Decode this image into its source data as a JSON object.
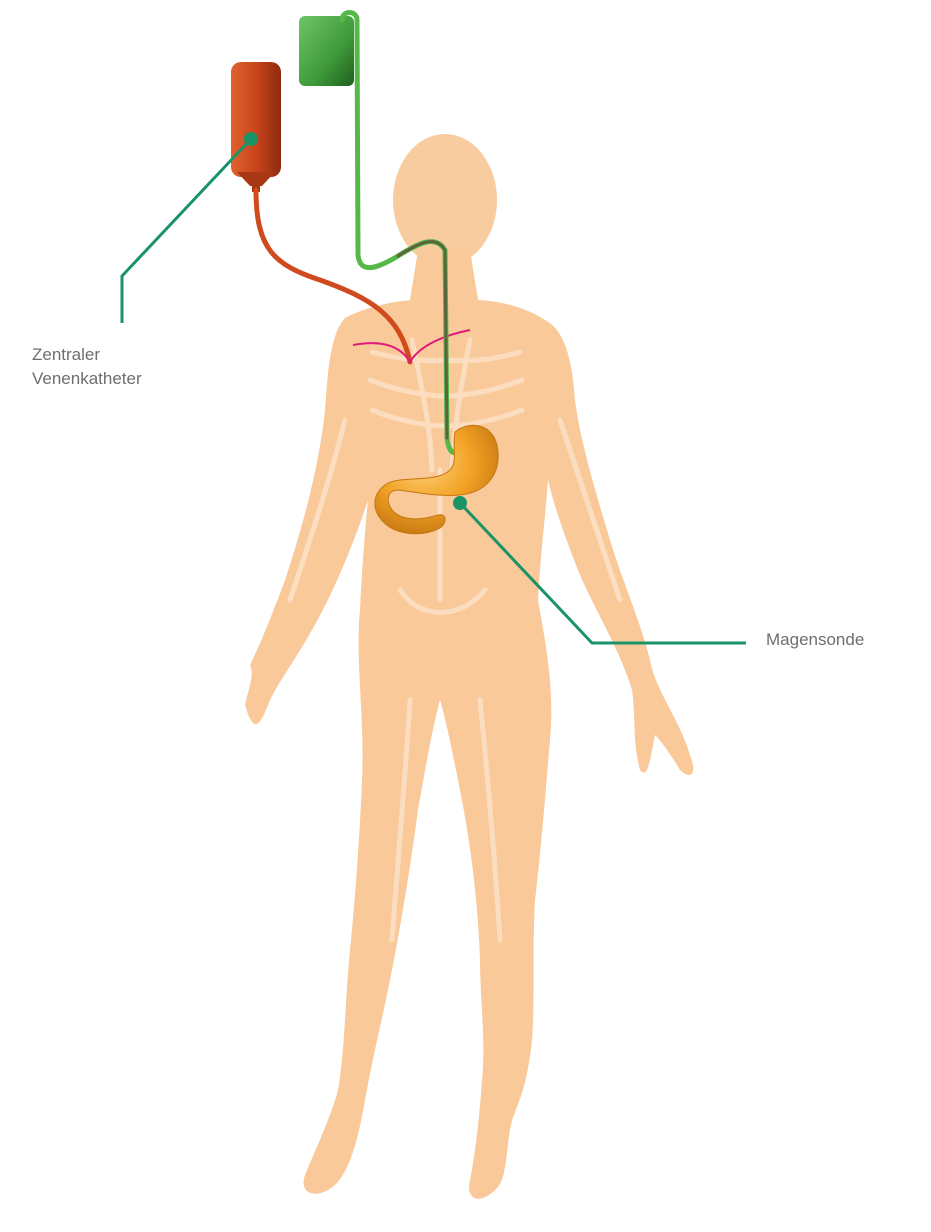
{
  "labels": {
    "central_venous_catheter": {
      "line1": "Zentraler",
      "line2": "Venenkatheter"
    },
    "gastric_tube": "Magensonde"
  },
  "colors": {
    "body_fill": "#f9c99a",
    "body_highlight": "#fde4cc",
    "iv_bag": "#c8451c",
    "iv_tube": "#cf4b1e",
    "feeding_bag": "#3f9a3a",
    "feeding_tube": "#57b84a",
    "tube_inner_dark": "#5a4a3a",
    "stomach": "#f2a224",
    "callout_line": "#1a9367",
    "vessel_marker": "#e0197a"
  },
  "icons": {
    "iv_bag": "parenteral-nutrition-bag-icon",
    "feeding_bag": "enteral-feeding-bag-icon",
    "body": "human-body-silhouette",
    "stomach": "stomach-organ-icon"
  }
}
